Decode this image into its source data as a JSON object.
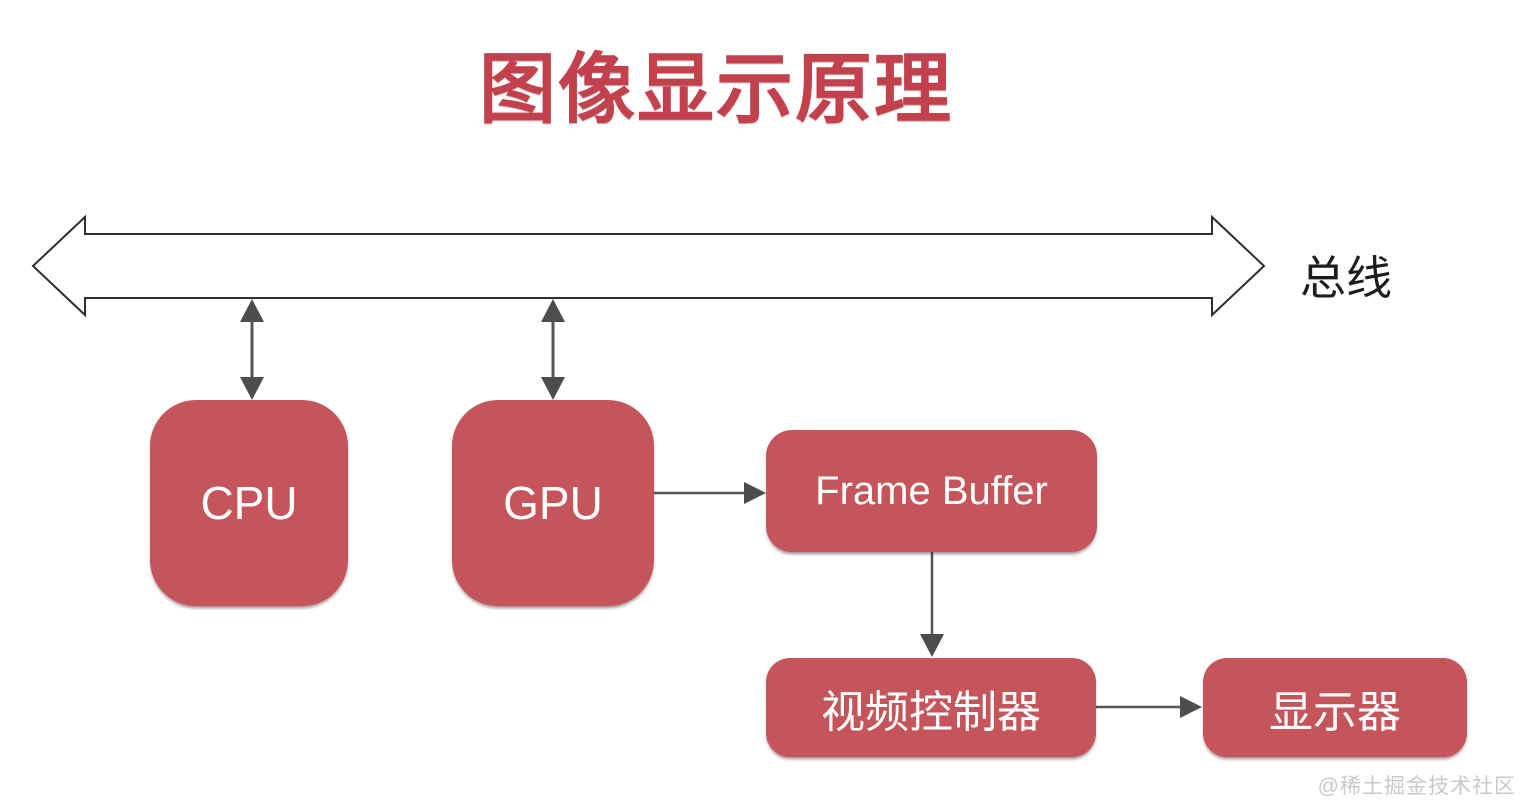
{
  "title": "图像显示原理",
  "bus": {
    "label": "总线"
  },
  "nodes": {
    "cpu": {
      "label": "CPU"
    },
    "gpu": {
      "label": "GPU"
    },
    "frame_buffer": {
      "label": "Frame Buffer"
    },
    "video_controller": {
      "label": "视频控制器"
    },
    "display": {
      "label": "显示器"
    }
  },
  "edges": [
    {
      "from": "cpu",
      "to": "bus",
      "direction": "bidirectional"
    },
    {
      "from": "gpu",
      "to": "bus",
      "direction": "bidirectional"
    },
    {
      "from": "gpu",
      "to": "frame_buffer",
      "direction": "one-way"
    },
    {
      "from": "frame_buffer",
      "to": "video_controller",
      "direction": "one-way"
    },
    {
      "from": "video_controller",
      "to": "display",
      "direction": "one-way"
    }
  ],
  "watermark": "@稀土掘金技术社区",
  "colors": {
    "background": "#ffffff",
    "node_fill": "#c5555a",
    "node_text": "#ffffff",
    "title_red": "#c2414d",
    "connector_gray": "#555555",
    "bus_outline": "#2e2e2e",
    "bus_fill": "#ffffff",
    "bus_label_color": "#1d1d1d",
    "watermark_gray": "#c9c9c9"
  }
}
